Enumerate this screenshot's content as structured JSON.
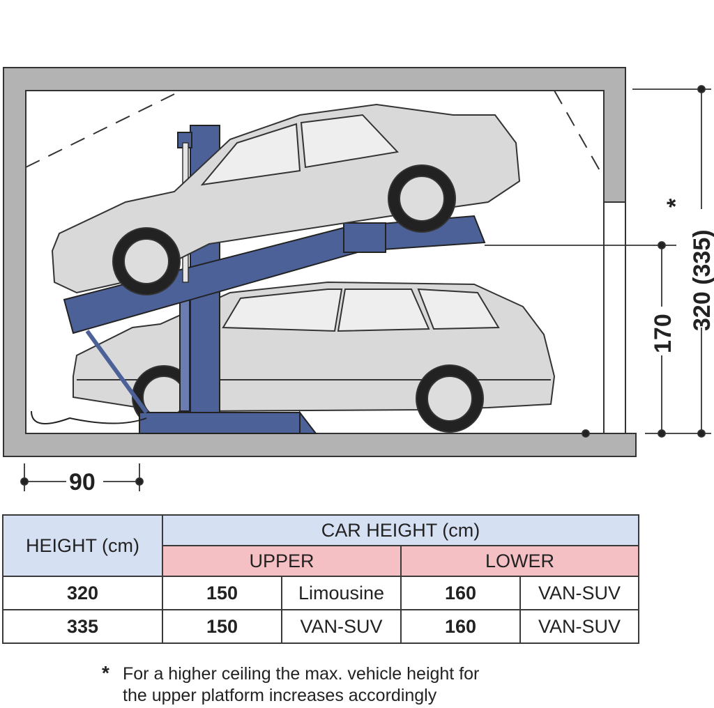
{
  "diagram": {
    "dimension_ceiling": "320 (335)",
    "dimension_ceiling_note_marker": "*",
    "dimension_upper_platform": "170",
    "dimension_column_offset": "90",
    "colors": {
      "wall": "#b3b3b3",
      "lift": "#4d6199",
      "car": "#d9d9d9",
      "outline": "#333333"
    }
  },
  "table": {
    "headers": {
      "height": "HEIGHT (cm)",
      "car_height": "CAR HEIGHT (cm)",
      "upper": "UPPER",
      "lower": "LOWER"
    },
    "rows": [
      {
        "height": "320",
        "upper_value": "150",
        "upper_type": "Limousine",
        "lower_value": "160",
        "lower_type": "VAN-SUV"
      },
      {
        "height": "335",
        "upper_value": "150",
        "upper_type": "VAN-SUV",
        "lower_value": "160",
        "lower_type": "VAN-SUV"
      }
    ]
  },
  "footnote": {
    "marker": "*",
    "line1": "For a higher ceiling the max. vehicle height for",
    "line2": "the upper platform increases accordingly"
  }
}
